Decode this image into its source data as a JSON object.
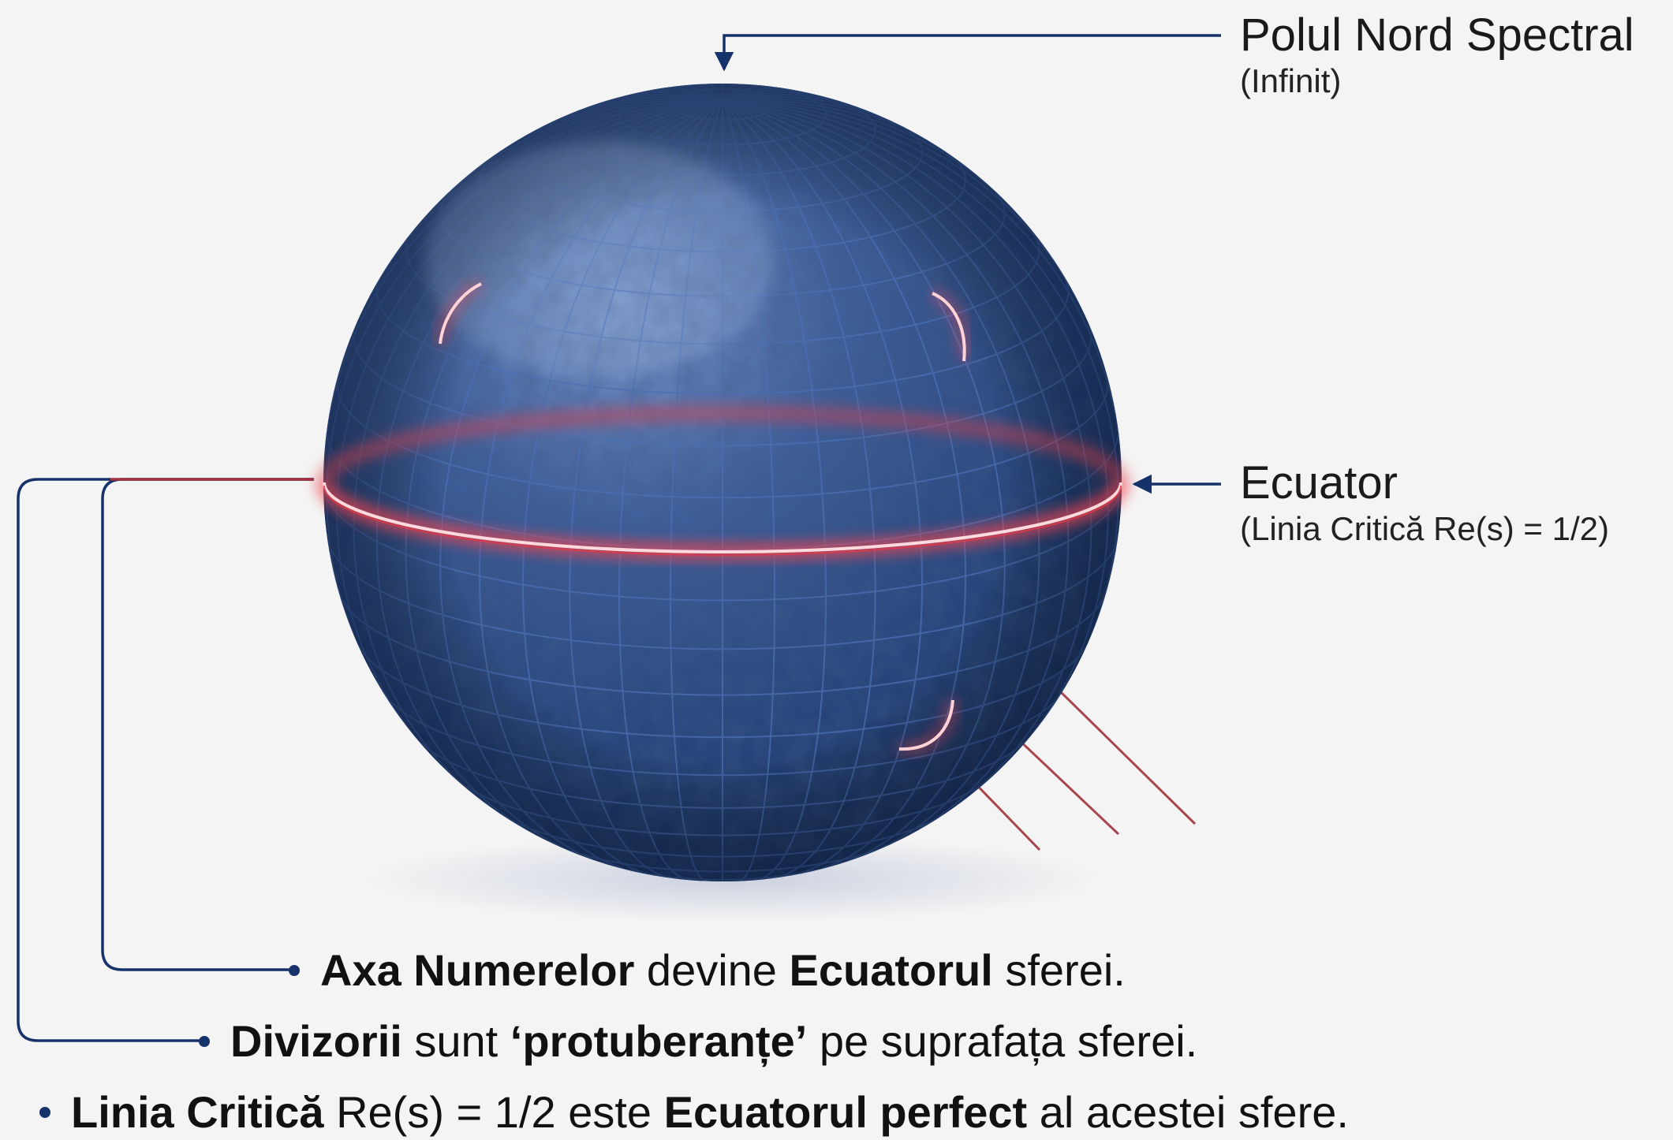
{
  "labels": {
    "north_pole": {
      "title": "Polul Nord Spectral",
      "sub": "(Infinit)"
    },
    "equator": {
      "title": "Ecuator",
      "sub": "(Linia Critică Re(s) = 1/2)"
    }
  },
  "bullets": [
    {
      "b1": "Axa Numerelor",
      "t1": " devine ",
      "b2": "Ecuatorul",
      "t2": " sferei."
    },
    {
      "b1": "Divizorii",
      "t1": " sunt ",
      "b2": "‘protuberanțe’",
      "t2": " pe suprafața sferei."
    },
    {
      "b1": "Linia Critică",
      "t1": " Re(s) = 1/2 este ",
      "b2": "Ecuatorul perfect",
      "t2": " al acestei sfere."
    }
  ],
  "colors": {
    "sphere_dark": "#1b3563",
    "sphere_light": "#6f8fc4",
    "grid": "#3e63a8",
    "equator_glow": "#e0404a",
    "leader": "#16326b",
    "red_leader": "#9b2730"
  }
}
